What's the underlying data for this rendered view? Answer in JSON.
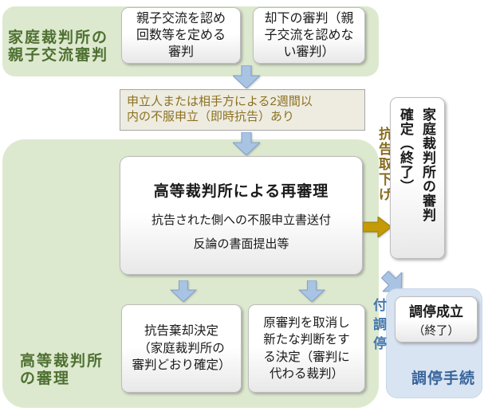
{
  "colors": {
    "stage_bg_green": "#dde9cf",
    "stage_label_green": "#4e7031",
    "note_bg": "#eeece1",
    "note_border": "#a6a6a6",
    "note_text": "#8c7122",
    "flow_arrow_blue": "#a9c3e3",
    "withdraw_arrow_gold": "#c49a06",
    "withdraw_label_gold": "#8a6c1e",
    "referral_blue": "#4577ad",
    "mediation_bg": "#d9e4f2",
    "mediation_label_blue": "#38659b"
  },
  "stage_family_court": {
    "label": [
      "家庭裁判所の",
      "親子交流審判"
    ],
    "grant_box": [
      "親子交流を認め",
      "回数等を定める",
      "審判"
    ],
    "dismiss_box": [
      "却下の審判（親",
      "子交流を認めな",
      "い審判）"
    ]
  },
  "appeal_note": [
    "申立人または相手方による2週間以",
    "内の不服申立（即時抗告）あり"
  ],
  "stage_high_court": {
    "label": [
      "高等裁判所",
      "の審理"
    ],
    "rehearing": {
      "title": "高等裁判所による再審理",
      "body": [
        "抗告された側への不服申立書送付",
        "反論の書面提出等"
      ]
    },
    "dismiss_appeal_box": [
      "抗告棄却決定",
      "（家庭裁判所の",
      "審判どおり確定）"
    ],
    "revoke_box": [
      "原審判を取消し",
      "新たな判断をす",
      "る決定（審判に",
      "代わる裁判）"
    ]
  },
  "withdraw": {
    "label": "抗告取下げ"
  },
  "final_ruling_box": [
    "家庭裁判所の審判",
    "確定（終了）"
  ],
  "mediation": {
    "referral_label": "付調停",
    "success_title": "調停成立",
    "success_sub": "（終了）",
    "panel_label": "調停手続"
  }
}
